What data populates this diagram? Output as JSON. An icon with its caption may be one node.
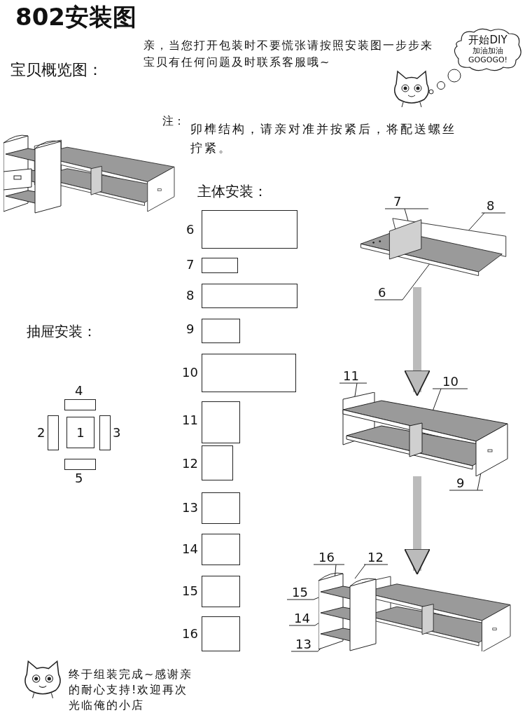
{
  "diagram": {
    "title": "802安装图",
    "nodes": [
      {
        "text": [
          "开始DIY",
          "加油加油 GOGOGO!"
        ]
      },
      {
        "text": [],
        "shape": "picture"
      },
      {
        "text": [
          "7"
        ]
      },
      {
        "text": [
          "8"
        ]
      },
      {
        "text": [
          "6"
        ]
      },
      {
        "text": [],
        "shape": "box",
        "beside": [
          "6"
        ]
      },
      {
        "text": [],
        "shape": "box",
        "beside": [
          "7"
        ]
      },
      {
        "text": [],
        "shape": "box",
        "beside": [
          "8"
        ]
      },
      {
        "text": [],
        "shape": "box",
        "beside": [
          "9"
        ]
      },
      {
        "text": [],
        "shape": "box",
        "beside": [
          "10"
        ]
      },
      {
        "text": [],
        "shape": "box",
        "beside": [
          "11"
        ]
      },
      {
        "text": [],
        "shape": "box",
        "beside": [
          "12"
        ]
      },
      {
        "text": [],
        "shape": "box",
        "beside": [
          "13"
        ]
      },
      {
        "text": [],
        "shape": "box",
        "beside": [
          "14"
        ]
      },
      {
        "text": [],
        "shape": "box",
        "beside": [
          "15"
        ]
      },
      {
        "text": [],
        "shape": "box",
        "beside": [
          "16"
        ]
      },
      {
        "text": [],
        "shape": "box",
        "beside": [
          "4"
        ]
      },
      {
        "text": [],
        "shape": "box",
        "beside": [
          "2"
        ]
      },
      {
        "text": [
          "1"
        ]
      },
      {
        "text": [],
        "shape": "box",
        "beside": [
          "3"
        ]
      },
      {
        "text": [],
        "shape": "box",
        "beside": [
          "5"
        ]
      },
      {
        "text": [],
        "shape": "picture"
      },
      {
        "text": [
          "11"
        ]
      },
      {
        "text": [
          "10"
        ]
      },
      {
        "text": [
          "9"
        ]
      },
      {
        "text": [],
        "shape": "picture"
      },
      {
        "text": [
          "16"
        ]
      },
      {
        "text": [
          "12"
        ]
      },
      {
        "text": [
          "15"
        ]
      },
      {
        "text": [
          "14"
        ]
      },
      {
        "text": [
          "13"
        ]
      }
    ],
    "edges": [
      {
        "from": 1,
        "to": 21,
        "arrow": "to",
        "style": "thick",
        "color": "#bbbbbb"
      },
      {
        "from": 21,
        "to": 25,
        "arrow": "to",
        "style": "thick",
        "color": "#bbbbbb"
      },
      {
        "from": 2,
        "to": 1,
        "arrow": "none"
      },
      {
        "from": 3,
        "to": 1,
        "arrow": "none"
      },
      {
        "from": 4,
        "to": 1,
        "arrow": "none"
      },
      {
        "from": 22,
        "to": 21,
        "arrow": "none"
      },
      {
        "from": 23,
        "to": 21,
        "arrow": "none"
      },
      {
        "from": 24,
        "to": 21,
        "arrow": "none"
      },
      {
        "from": 26,
        "to": 25,
        "arrow": "none"
      },
      {
        "from": 27,
        "to": 25,
        "arrow": "none"
      },
      {
        "from": 28,
        "to": 25,
        "arrow": "none"
      },
      {
        "from": 29,
        "to": 25,
        "arrow": "none"
      },
      {
        "from": 30,
        "to": 25,
        "arrow": "none"
      }
    ],
    "labels": [
      "宝贝概览图：",
      "亲，当您打开包装时不要慌张请按照安装图一步步来宝贝有任何问题及时联系客服哦~",
      "注：",
      "卯榫结构，请亲对准并按紧后，将配送螺丝拧紧。",
      "主体安装：",
      "抽屉安装：",
      "终于组装完成~感谢亲的耐心支持!欢迎再次光临俺的小店"
    ]
  }
}
